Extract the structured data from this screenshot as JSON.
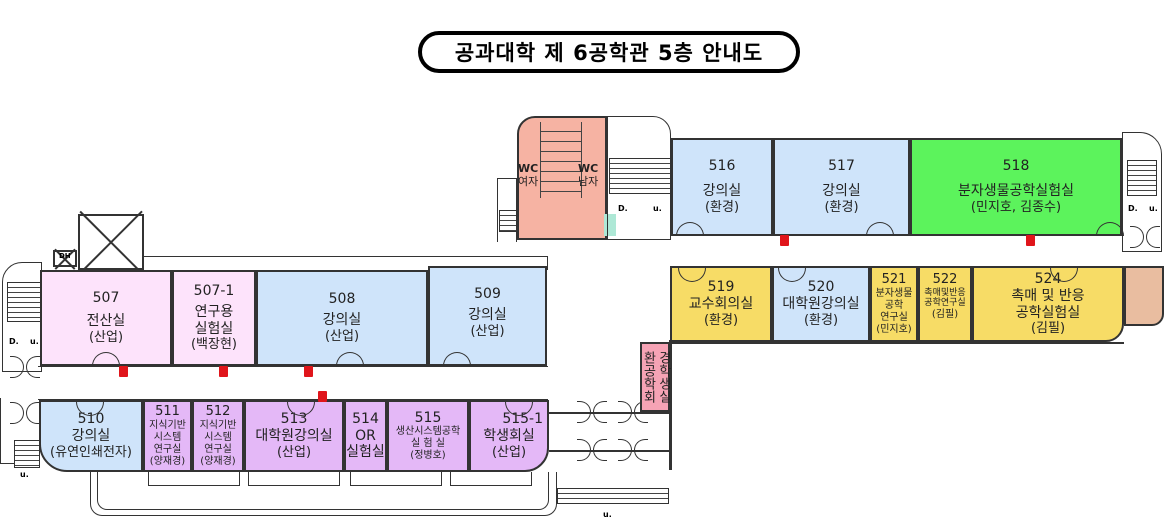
{
  "title": "공과대학 제 6공학관 5층 안내도",
  "stair_labels": {
    "down": "D.",
    "up": "u."
  },
  "elevator_label": "DH",
  "restrooms": {
    "female": {
      "code": "WC",
      "name": "여자"
    },
    "male": {
      "code": "WC",
      "name": "남자"
    }
  },
  "student_council_vertical": {
    "col1": "환공학회",
    "col2": "경학생실"
  },
  "rooms": [
    {
      "num": "507",
      "name": "전산실",
      "sub": "(산업)",
      "color": "#fde3fb"
    },
    {
      "num": "507-1",
      "name": "연구용",
      "name2": "실험실",
      "sub": "(백장현)",
      "color": "#fde3fb"
    },
    {
      "num": "508",
      "name": "강의실",
      "sub": "(산업)",
      "color": "#cfe4fa"
    },
    {
      "num": "509",
      "name": "강의실",
      "sub": "(산업)",
      "color": "#cfe4fa"
    },
    {
      "num": "510",
      "name": "강의실",
      "sub": "(유연인쇄전자)",
      "color": "#cfe4fa"
    },
    {
      "num": "511",
      "name": "지식기반",
      "name2": "시스템",
      "name3": "연구실",
      "sub": "(양재경)",
      "color": "#e4b8f7"
    },
    {
      "num": "512",
      "name": "지식기반",
      "name2": "시스템",
      "name3": "연구실",
      "sub": "(양재경)",
      "color": "#e4b8f7"
    },
    {
      "num": "513",
      "name": "대학원강의실",
      "sub": "(산업)",
      "color": "#e4b8f7"
    },
    {
      "num": "514",
      "name": "OR",
      "name2": "실험실",
      "color": "#e4b8f7"
    },
    {
      "num": "515",
      "name": "생산시스템공학",
      "name2": "실 험 실",
      "sub": "(정병호)",
      "color": "#e4b8f7"
    },
    {
      "num": "515-1",
      "name": "학생회실",
      "sub": "(산업)",
      "color": "#e4b8f7"
    },
    {
      "num": "516",
      "name": "강의실",
      "sub": "(환경)",
      "color": "#cfe4fa"
    },
    {
      "num": "517",
      "name": "강의실",
      "sub": "(환경)",
      "color": "#cfe4fa"
    },
    {
      "num": "518",
      "name": "분자생물공학실험실",
      "sub": "(민지호, 김종수)",
      "color": "#5cf35c"
    },
    {
      "num": "519",
      "name": "교수회의실",
      "sub": "(환경)",
      "color": "#f7dc66"
    },
    {
      "num": "520",
      "name": "대학원강의실",
      "sub": "(환경)",
      "color": "#cfe4fa"
    },
    {
      "num": "521",
      "name": "분자생물",
      "name2": "공학",
      "name3": "연구실",
      "sub": "(민지호)",
      "color": "#f7dc66"
    },
    {
      "num": "522",
      "name": "촉매및반응",
      "name2": "공학연구실",
      "sub": "(김필)",
      "color": "#f7dc66"
    },
    {
      "num": "524",
      "name": "촉매 및 반응",
      "name2": "공학실험실",
      "sub": "(김필)",
      "color": "#f7dc66"
    }
  ]
}
